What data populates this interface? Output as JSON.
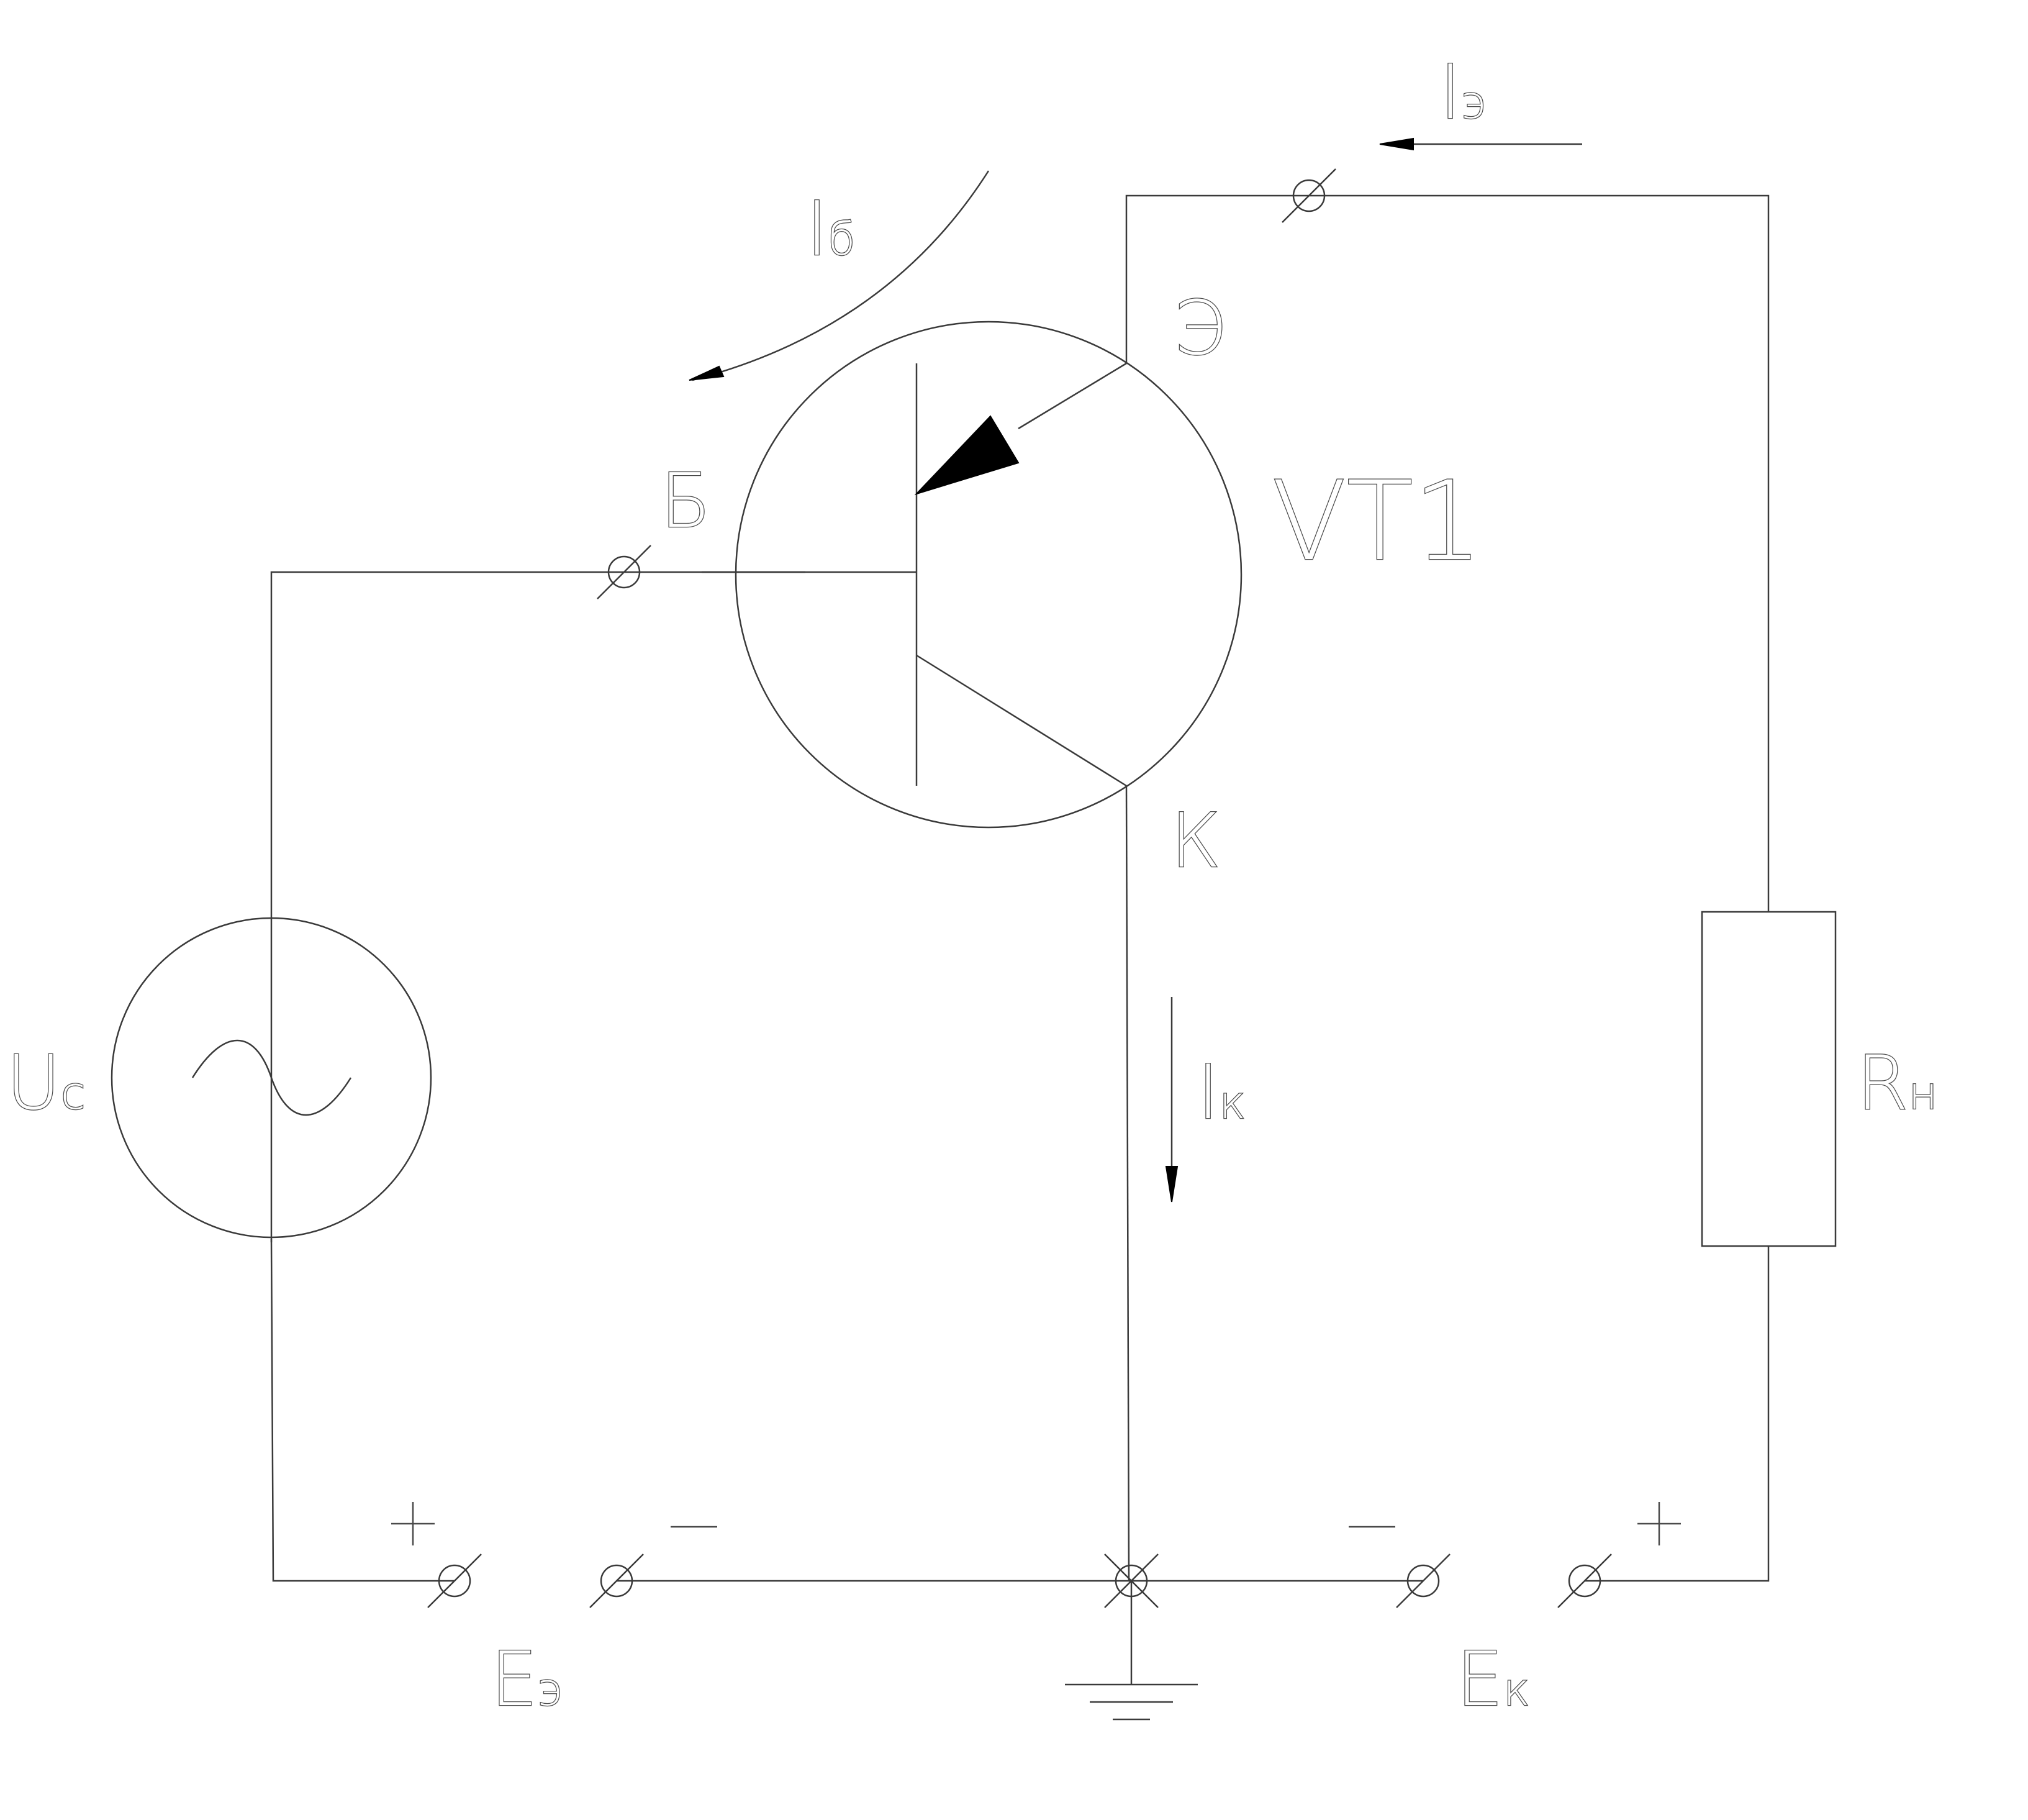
{
  "transistor": {
    "name": "VT1",
    "base_label": "Б",
    "emitter_label": "Э",
    "collector_label": "К",
    "type_icon": "pnp-transistor-icon"
  },
  "source": {
    "symbol": "U",
    "subscript": "c",
    "icon": "ac-source-icon"
  },
  "load": {
    "symbol": "R",
    "subscript": "н",
    "icon": "resistor-icon"
  },
  "currents": {
    "emitter": {
      "symbol": "I",
      "subscript": "э"
    },
    "base": {
      "symbol": "I",
      "subscript": "б"
    },
    "collector": {
      "symbol": "I",
      "subscript": "к"
    }
  },
  "supplies": {
    "emitter": {
      "symbol": "E",
      "subscript": "э",
      "plus": "+",
      "minus": "−"
    },
    "collector": {
      "symbol": "E",
      "subscript": "к",
      "plus": "+",
      "minus": "−"
    }
  },
  "terminal_icon": "terminal-icon",
  "ground_icon": "ground-icon",
  "colors": {
    "line": "#3a3a3a",
    "arrow": "#000000",
    "background": "#ffffff"
  }
}
